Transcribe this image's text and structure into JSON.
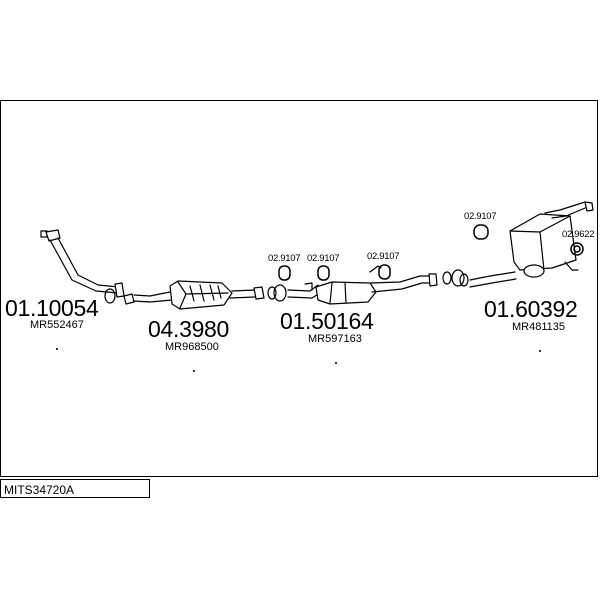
{
  "parts": [
    {
      "number": "01.10054",
      "ref": "MR552467"
    },
    {
      "number": "04.3980",
      "ref": "MR968500"
    },
    {
      "number": "01.50164",
      "ref": "MR597163"
    },
    {
      "number": "01.60392",
      "ref": "MR481135"
    }
  ],
  "accessories": [
    "02.9107",
    "02.9107",
    "02.9107",
    "02.9107",
    "02.9622"
  ],
  "assembly_code": "MITS34720A"
}
